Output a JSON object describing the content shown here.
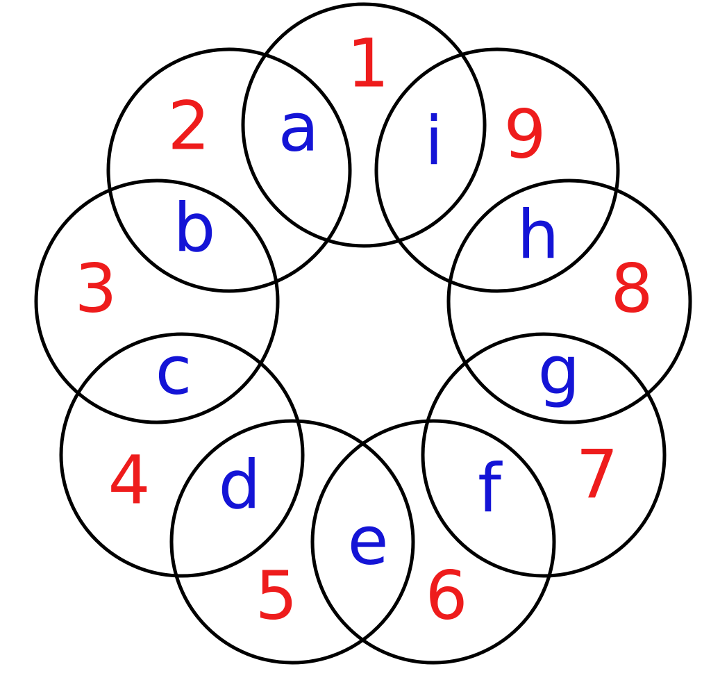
{
  "colors": {
    "numbers": "#ee1c1c",
    "letters": "#1414d6",
    "circle_stroke": "#000000",
    "background": "#ffffff"
  },
  "circle_count": 9,
  "circles": [
    {
      "number": "1"
    },
    {
      "number": "2"
    },
    {
      "number": "3"
    },
    {
      "number": "4"
    },
    {
      "number": "5"
    },
    {
      "number": "6"
    },
    {
      "number": "7"
    },
    {
      "number": "8"
    },
    {
      "number": "9"
    }
  ],
  "overlaps": [
    {
      "letter": "a",
      "between": [
        "1",
        "2"
      ]
    },
    {
      "letter": "b",
      "between": [
        "2",
        "3"
      ]
    },
    {
      "letter": "c",
      "between": [
        "3",
        "4"
      ]
    },
    {
      "letter": "d",
      "between": [
        "4",
        "5"
      ]
    },
    {
      "letter": "e",
      "between": [
        "5",
        "6"
      ]
    },
    {
      "letter": "f",
      "between": [
        "6",
        "7"
      ]
    },
    {
      "letter": "g",
      "between": [
        "7",
        "8"
      ]
    },
    {
      "letter": "h",
      "between": [
        "8",
        "9"
      ]
    },
    {
      "letter": "i",
      "between": [
        "9",
        "1"
      ]
    }
  ]
}
